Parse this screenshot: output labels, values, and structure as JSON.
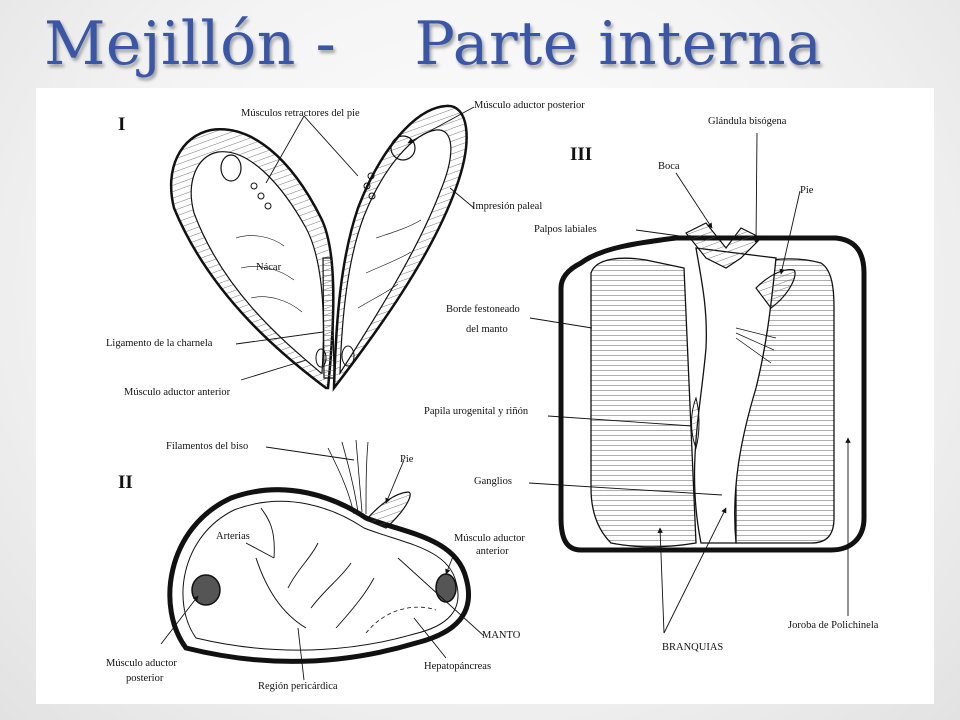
{
  "slide": {
    "title": "Mejillón -    Parte interna"
  },
  "diagram": {
    "figure_I": {
      "numeral": "I",
      "labels": {
        "musculos_retractores_pie": "Músculos retractores del pie",
        "musculo_aductor_posterior": "Músculo aductor posterior",
        "impresion_paleal": "Impresión paleal",
        "nacar": "Nácar",
        "ligamento_charnela": "Ligamento de la charnela",
        "musculo_aductor_anterior": "Músculo aductor anterior"
      }
    },
    "figure_II": {
      "numeral": "II",
      "labels": {
        "filamentos_biso": "Filamentos del biso",
        "pie": "Pie",
        "arterias": "Arterias",
        "musculo_aductor_anterior_1": "Músculo aductor",
        "musculo_aductor_anterior_2": "anterior",
        "manto": "MANTO",
        "musculo_aductor_posterior_1": "Músculo aductor",
        "musculo_aductor_posterior_2": "posterior",
        "region_pericardica": "Región pericárdica",
        "hepatopancreas": "Hepatopáncreas"
      }
    },
    "figure_III": {
      "numeral": "III",
      "labels": {
        "glandula_bisogena": "Glándula bisógena",
        "boca": "Boca",
        "pie": "Pie",
        "palpos_labiales": "Palpos labiales",
        "borde_festoneado_1": "Borde festoneado",
        "borde_festoneado_2": "del manto",
        "papila_urogenital": "Papila urogenital y riñón",
        "ganglios": "Ganglios",
        "branquias": "BRANQUIAS",
        "joroba_polichinela": "Joroba de Polichinela"
      }
    }
  }
}
